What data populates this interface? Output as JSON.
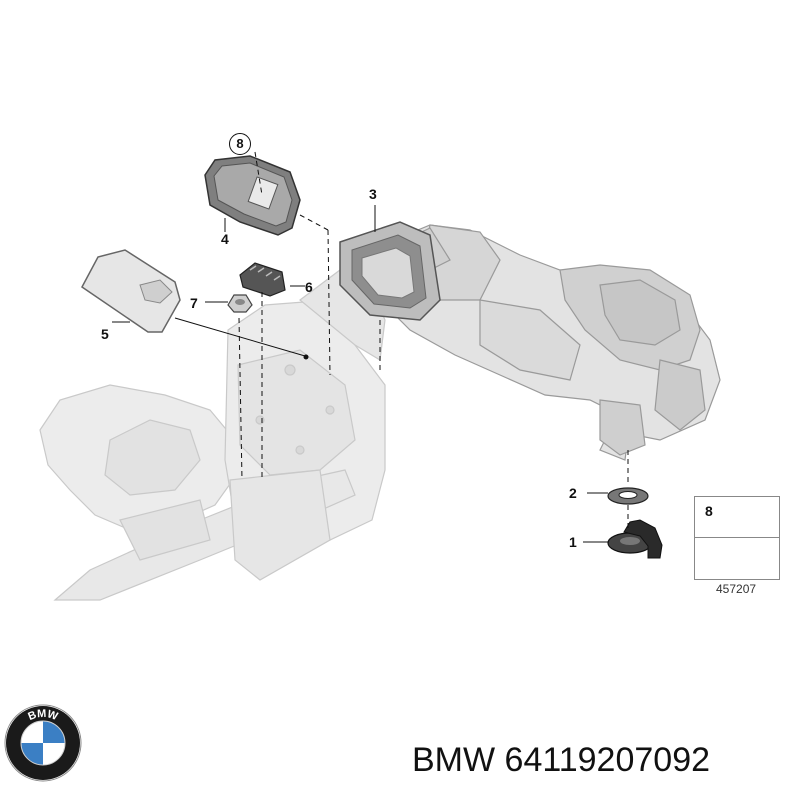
{
  "diagram": {
    "callouts": [
      {
        "id": "1",
        "label": "1"
      },
      {
        "id": "2",
        "label": "2"
      },
      {
        "id": "3",
        "label": "3"
      },
      {
        "id": "4",
        "label": "4"
      },
      {
        "id": "5",
        "label": "5"
      },
      {
        "id": "6",
        "label": "6"
      },
      {
        "id": "7",
        "label": "7"
      },
      {
        "id": "8",
        "label": "8"
      }
    ],
    "legend": {
      "part_number": "8"
    },
    "reference_code": "457207"
  },
  "brand": {
    "name": "BMW",
    "logo_text": "BMW",
    "logo_colors": {
      "ring": "#1a1a1a",
      "blue": "#3b7fc4",
      "white": "#ffffff"
    }
  },
  "footer": {
    "text": "BMW 64119207092"
  }
}
